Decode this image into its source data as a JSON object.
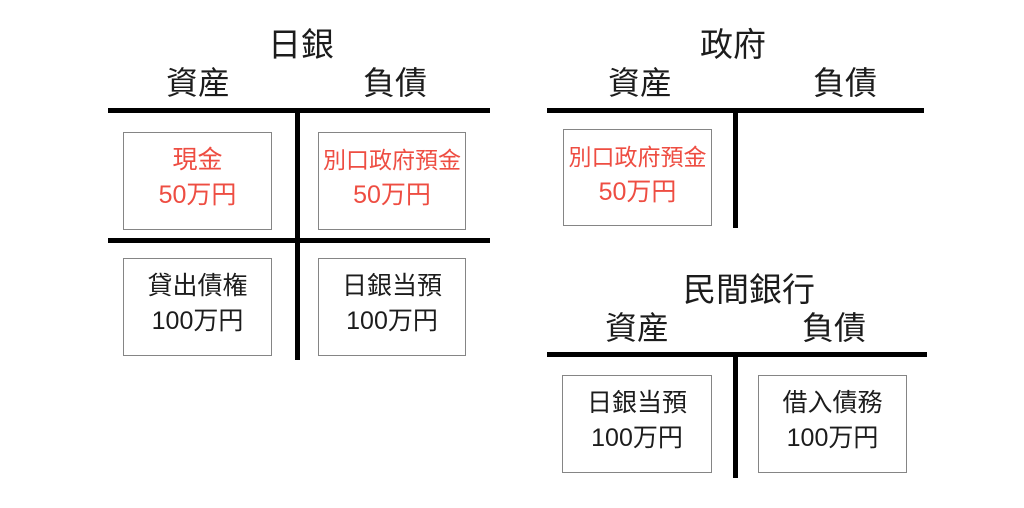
{
  "page": {
    "background_color": "#ffffff"
  },
  "colors": {
    "highlight_red": "#ee4d42",
    "line_black": "#000000",
    "box_border_gray": "#858585",
    "text_black": "#1c1c1c"
  },
  "accounts": [
    {
      "id": "nichigin",
      "title": "日銀",
      "assets_label": "資産",
      "liabilities_label": "負債",
      "entries": [
        {
          "label": "現金",
          "amount": "50万円",
          "side": "assets",
          "row": 1,
          "highlighted": true
        },
        {
          "label": "別口政府預金",
          "amount": "50万円",
          "side": "liabilities",
          "row": 1,
          "highlighted": true
        },
        {
          "label": "貸出債権",
          "amount": "100万円",
          "side": "assets",
          "row": 2,
          "highlighted": false
        },
        {
          "label": "日銀当預",
          "amount": "100万円",
          "side": "liabilities",
          "row": 2,
          "highlighted": false
        }
      ]
    },
    {
      "id": "seifu",
      "title": "政府",
      "assets_label": "資産",
      "liabilities_label": "負債",
      "entries": [
        {
          "label": "別口政府預金",
          "amount": "50万円",
          "side": "assets",
          "row": 1,
          "highlighted": true
        }
      ]
    },
    {
      "id": "minkan-ginko",
      "title": "民間銀行",
      "assets_label": "資産",
      "liabilities_label": "負債",
      "entries": [
        {
          "label": "日銀当預",
          "amount": "100万円",
          "side": "assets",
          "row": 1,
          "highlighted": false
        },
        {
          "label": "借入債務",
          "amount": "100万円",
          "side": "liabilities",
          "row": 1,
          "highlighted": false
        }
      ]
    }
  ]
}
